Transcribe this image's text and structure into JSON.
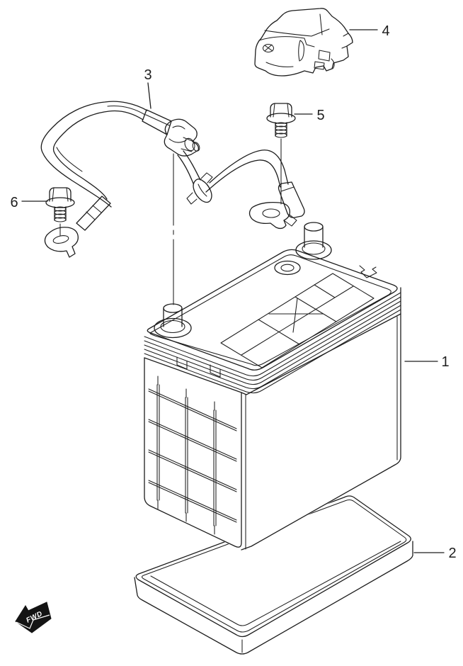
{
  "diagram": {
    "background_color": "#ffffff",
    "line_color": "#1d1d1d",
    "callouts": [
      {
        "number": "1"
      },
      {
        "number": "2"
      },
      {
        "number": "3"
      },
      {
        "number": "4"
      },
      {
        "number": "5"
      },
      {
        "number": "6"
      }
    ],
    "orientation_marker": {
      "label": "FWD"
    }
  }
}
